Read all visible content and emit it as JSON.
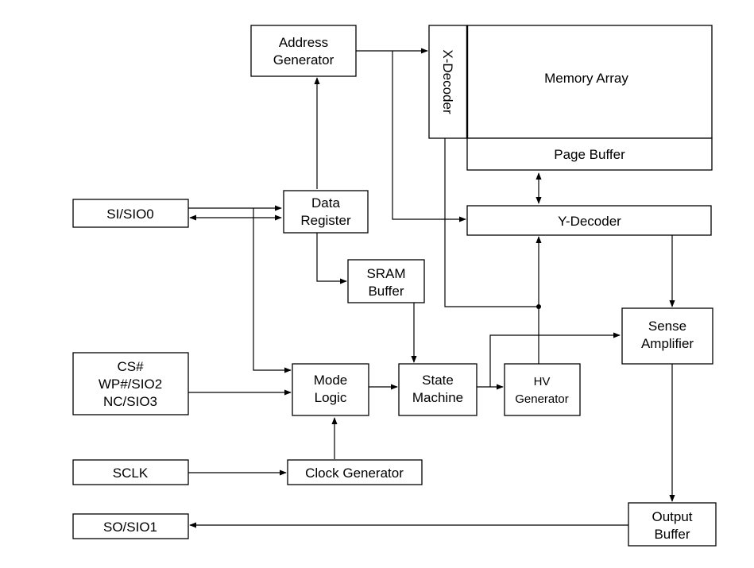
{
  "blocks": {
    "address_generator": [
      "Address",
      "Generator"
    ],
    "x_decoder": "X-Decoder",
    "memory_array": "Memory Array",
    "page_buffer": "Page Buffer",
    "y_decoder": "Y-Decoder",
    "data_register": [
      "Data",
      "Register"
    ],
    "sram_buffer": [
      "SRAM",
      "Buffer"
    ],
    "sense_amplifier": [
      "Sense",
      "Amplifier"
    ],
    "mode_logic": [
      "Mode",
      "Logic"
    ],
    "state_machine": [
      "State",
      "Machine"
    ],
    "hv_generator": [
      "HV",
      "Generator"
    ],
    "clock_generator": "Clock Generator",
    "output_buffer": [
      "Output",
      "Buffer"
    ]
  },
  "pins": {
    "si_sio0": "SI/SIO0",
    "cs_wp_nc": [
      "CS#",
      "WP#/SIO2",
      "NC/SIO3"
    ],
    "sclk": "SCLK",
    "so_sio1": "SO/SIO1"
  }
}
